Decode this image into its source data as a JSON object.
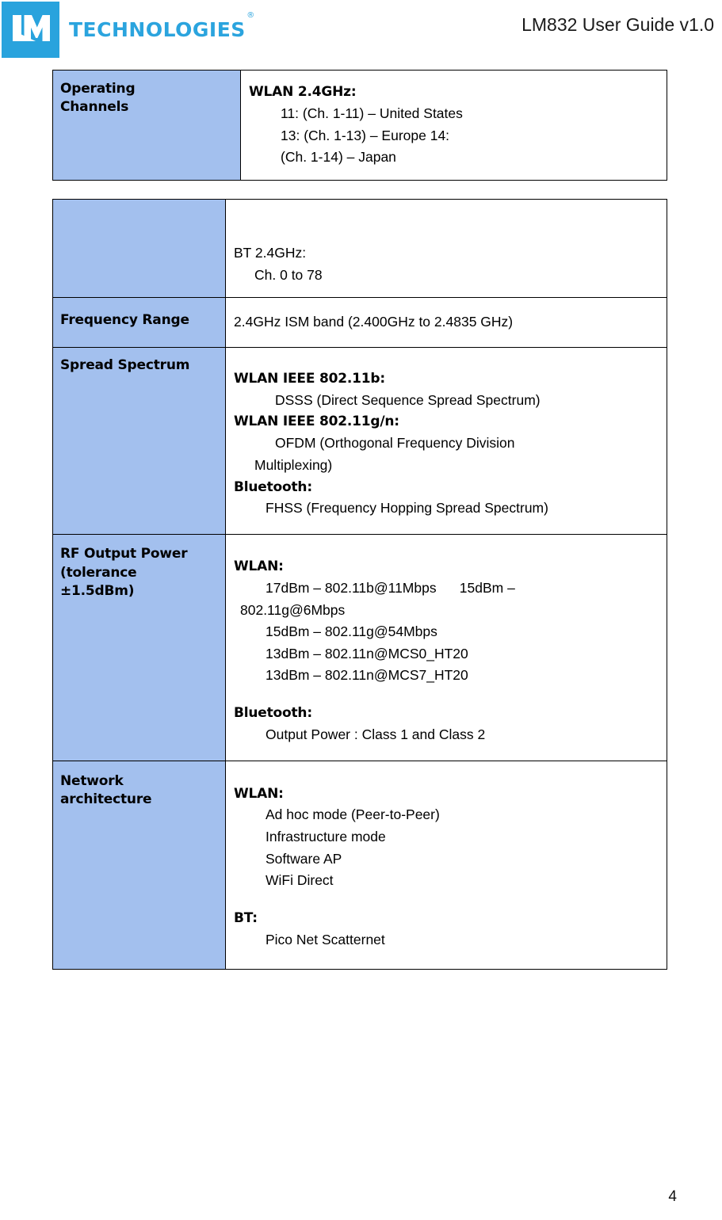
{
  "header": {
    "logo_text": "TECHNOLOGIES",
    "logo_mark_text": "LM",
    "logo_registered": "®",
    "title": "LM832 User Guide v1.0"
  },
  "colors": {
    "logo_blue": "#29A3DD",
    "table_label_fill": "#A3C0EE",
    "border": "#000000"
  },
  "tables": [
    {
      "rows": [
        {
          "label": "Operating\nChannels",
          "lines": [
            {
              "text": "WLAN 2.4GHz:",
              "style": "hd"
            },
            {
              "text": "11: (Ch. 1-11) – United States",
              "style": "ind1"
            },
            {
              "text": "13: (Ch. 1-13) – Europe 14:",
              "style": "ind1"
            },
            {
              "text": "(Ch. 1-14) – Japan",
              "style": "ind1"
            }
          ]
        }
      ]
    },
    {
      "rows": [
        {
          "label": "",
          "lines": [
            {
              "text": "BT 2.4GHz:",
              "style": "plain"
            },
            {
              "text": "Ch. 0 to 78",
              "style": "ind0"
            }
          ]
        },
        {
          "label": "Frequency Range",
          "lines": [
            {
              "text": "2.4GHz ISM band (2.400GHz to 2.4835 GHz)",
              "style": "plain"
            }
          ]
        },
        {
          "label": "Spread Spectrum",
          "lines": [
            {
              "text": "WLAN IEEE 802.11b:",
              "style": "hd"
            },
            {
              "text": "DSSS (Direct Sequence Spread Spectrum)",
              "style": "ind2"
            },
            {
              "text": "WLAN IEEE 802.11g/n:",
              "style": "hd"
            },
            {
              "text": "OFDM (Orthogonal Frequency Division",
              "style": "ind2"
            },
            {
              "text": "Multiplexing)",
              "style": "ind0"
            },
            {
              "text": "Bluetooth:",
              "style": "hd"
            },
            {
              "text": "FHSS (Frequency Hopping Spread Spectrum)",
              "style": "ind1"
            }
          ]
        },
        {
          "label": "RF Output Power\n(tolerance\n±1.5dBm)",
          "lines": [
            {
              "text": "WLAN:",
              "style": "hd"
            },
            {
              "text": "17dBm – 802.11b@11Mbps      15dBm –",
              "style": "ind1"
            },
            {
              "text": "802.11g@6Mbps",
              "style": "negind"
            },
            {
              "text": "15dBm – 802.11g@54Mbps",
              "style": "ind1"
            },
            {
              "text": "13dBm – 802.11n@MCS0_HT20",
              "style": "ind1"
            },
            {
              "text": "13dBm – 802.11n@MCS7_HT20",
              "style": "ind1"
            },
            {
              "text": "",
              "style": "blank"
            },
            {
              "text": "Bluetooth:",
              "style": "hd"
            },
            {
              "text": "Output Power : Class 1 and Class 2",
              "style": "ind1"
            }
          ]
        },
        {
          "label": "Network\narchitecture",
          "lines": [
            {
              "text": "WLAN:",
              "style": "hd"
            },
            {
              "text": "Ad hoc mode (Peer-to-Peer)",
              "style": "ind1"
            },
            {
              "text": "Infrastructure mode",
              "style": "ind1"
            },
            {
              "text": "Software AP",
              "style": "ind1"
            },
            {
              "text": "WiFi Direct",
              "style": "ind1"
            },
            {
              "text": "",
              "style": "blank"
            },
            {
              "text": "BT:",
              "style": "hd"
            },
            {
              "text": "Pico Net Scatternet",
              "style": "ind1"
            }
          ]
        }
      ]
    }
  ],
  "footer": {
    "page_number": "4"
  }
}
